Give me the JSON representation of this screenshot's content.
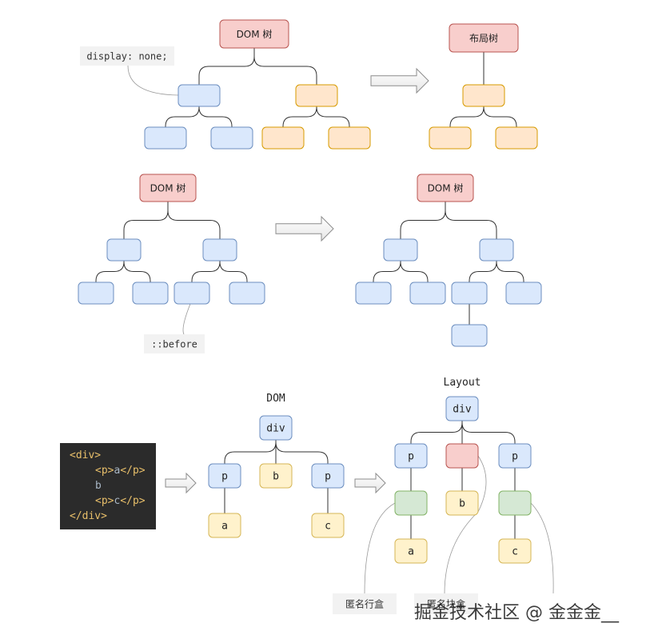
{
  "colors": {
    "red_fill": "#f8cecc",
    "red_stroke": "#b85450",
    "blue_fill": "#dae8fc",
    "blue_stroke": "#6c8ebf",
    "orange_fill": "#ffe6cc",
    "orange_stroke": "#d79b00",
    "yellow_fill": "#fff2cc",
    "yellow_stroke": "#d6b656",
    "green_fill": "#d5e8d4",
    "green_stroke": "#82b366",
    "code_bg": "#2b2b2b",
    "code_tag": "#e8bf6a",
    "code_text": "#a9b7c6",
    "note_bg": "#f2f2f2"
  },
  "section1": {
    "dom_label": "DOM 树",
    "layout_label": "布局树",
    "note": "display: none;"
  },
  "section2": {
    "dom_left_label": "DOM 树",
    "dom_right_label": "DOM 树",
    "note": "::before"
  },
  "section3": {
    "code_lines": [
      {
        "indent": 0,
        "parts": [
          {
            "t": "<div>",
            "k": "tag"
          }
        ]
      },
      {
        "indent": 1,
        "parts": [
          {
            "t": "<p>",
            "k": "tag"
          },
          {
            "t": "a",
            "k": "text"
          },
          {
            "t": "</p>",
            "k": "tag"
          }
        ]
      },
      {
        "indent": 1,
        "parts": [
          {
            "t": "b",
            "k": "text"
          }
        ]
      },
      {
        "indent": 1,
        "parts": [
          {
            "t": "<p>",
            "k": "tag"
          },
          {
            "t": "c",
            "k": "text"
          },
          {
            "t": "</p>",
            "k": "tag"
          }
        ]
      },
      {
        "indent": 0,
        "parts": [
          {
            "t": "</div>",
            "k": "tag"
          }
        ]
      }
    ],
    "dom_title": "DOM",
    "layout_title": "Layout",
    "nodes": {
      "div": "div",
      "p": "p",
      "b": "b",
      "a": "a",
      "c": "c"
    },
    "note_inline": "匿名行盒",
    "note_block": "匿名块盒"
  },
  "watermark": "掘金技术社区 @ 金金金__"
}
